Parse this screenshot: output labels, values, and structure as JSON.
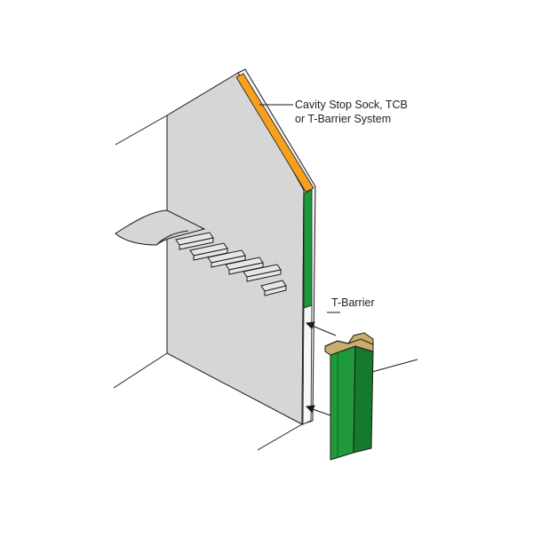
{
  "labels": {
    "cavity_line1": "Cavity Stop Sock, TCB",
    "cavity_line2": "or T-Barrier System",
    "tbarrier": "T-Barrier"
  },
  "colors": {
    "wall": "#d6d6d6",
    "wall_edge": "#f2f2f2",
    "orange": "#f6a01e",
    "green": "#1f9a3a",
    "green_dark": "#167a2c",
    "tan": "#c9ad6d",
    "stroke": "#1a1a1a"
  }
}
